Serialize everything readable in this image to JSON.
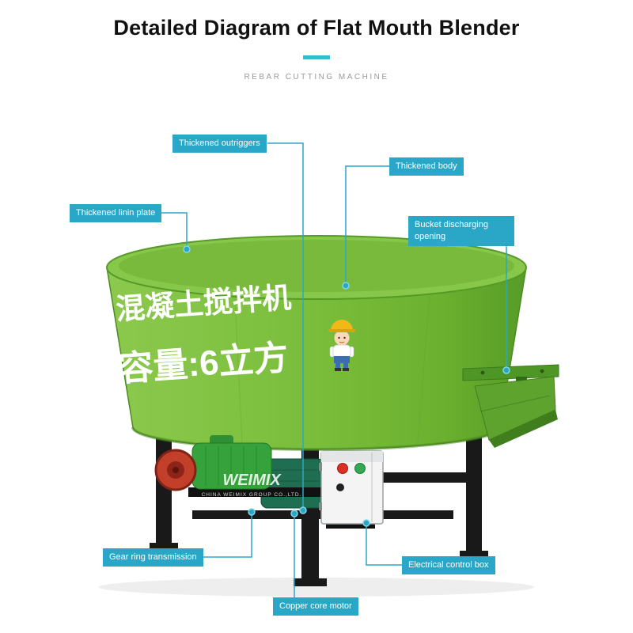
{
  "header": {
    "title": "Detailed Diagram of Flat Mouth Blender",
    "subtitle": "REBAR CUTTING MACHINE"
  },
  "labels": [
    {
      "id": "outriggers",
      "text": "Thickened outriggers"
    },
    {
      "id": "body",
      "text": "Thickened body"
    },
    {
      "id": "lining",
      "text": "Thickened linin plate"
    },
    {
      "id": "bucket",
      "text": "Bucket discharging opening"
    },
    {
      "id": "gear",
      "text": "Gear ring transmission"
    },
    {
      "id": "motor",
      "text": "Copper core motor"
    },
    {
      "id": "control",
      "text": "Electrical control box"
    }
  ],
  "machine": {
    "drum_text_line1": "混凝土搅拌机",
    "drum_text_line2": "容量:6立方",
    "brand": "WEIMIX",
    "brand_sub": "CHINA WEIMIX GROUP CO.,LTD."
  },
  "colors": {
    "accent_teal": "#2aa7c7",
    "divider_teal": "#35bcd4",
    "drum_green": "#79bd3b",
    "drum_green_dark": "#569c27",
    "frame_black": "#191919",
    "pulley_red": "#c2402a",
    "gearbox_green": "#36a23c",
    "control_box_gray": "#f4f4f4"
  }
}
